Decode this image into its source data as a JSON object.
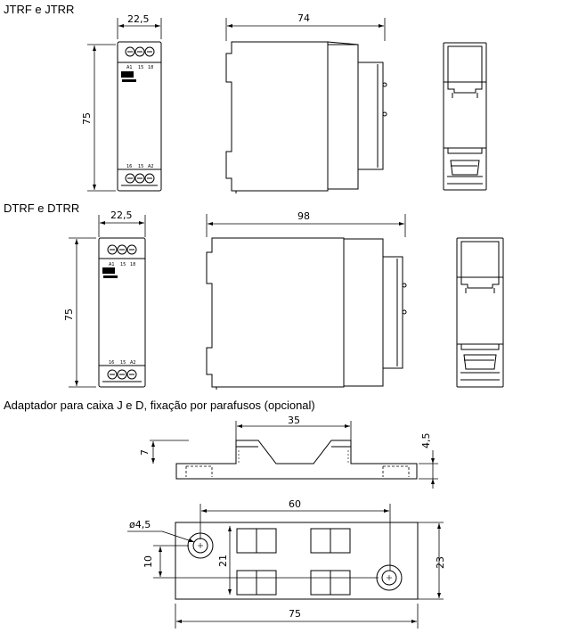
{
  "headings": {
    "jtrf": "JTRF e JTRR",
    "dtrf": "DTRF e DTRR",
    "adaptador": "Adaptador para caixa J e D, fixação por parafusos (opcional)"
  },
  "dimensions": {
    "jtrf_width": "22,5",
    "jtrf_height": "75",
    "jtrf_depth": "74",
    "dtrf_width": "22,5",
    "dtrf_height": "75",
    "dtrf_depth": "98",
    "adapter_top_width": "35",
    "adapter_step_height": "7",
    "adapter_thickness": "4,5",
    "adapter_hole_spacing": "60",
    "adapter_hole_diameter": "ø4,5",
    "adapter_offset": "10",
    "adapter_inner_height": "21",
    "adapter_height": "23",
    "adapter_length": "75"
  },
  "terminal_labels": {
    "top": [
      "A1",
      "15",
      "18"
    ],
    "bottom": [
      "16",
      "15",
      "A2"
    ]
  }
}
